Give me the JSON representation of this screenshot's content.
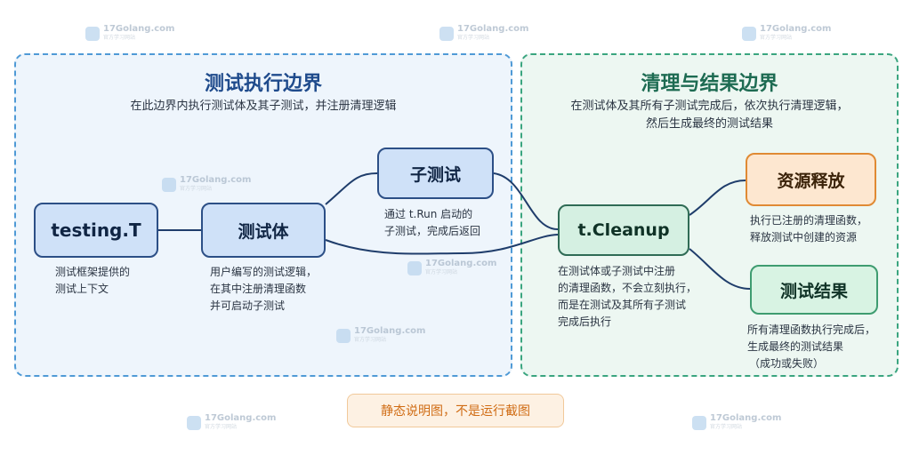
{
  "left_panel": {
    "title": "测试执行边界",
    "subtitle": "在此边界内执行测试体及其子测试，并注册清理逻辑"
  },
  "right_panel": {
    "title": "清理与结果边界",
    "subtitle_line1": "在测试体及其所有子测试完成后，依次执行清理逻辑，",
    "subtitle_line2": "然后生成最终的测试结果"
  },
  "nodes": {
    "testing_t": {
      "label": "testing.T",
      "desc": [
        "测试框架提供的",
        "测试上下文"
      ]
    },
    "test_body": {
      "label": "测试体",
      "desc": [
        "用户编写的测试逻辑，",
        "在其中注册清理函数",
        "并可启动子测试"
      ]
    },
    "subtest": {
      "label": "子测试",
      "desc": [
        "通过 t.Run 启动的",
        "子测试，完成后返回"
      ]
    },
    "cleanup": {
      "label": "t.Cleanup",
      "desc": [
        "在测试体或子测试中注册",
        "的清理函数，不会立刻执行，",
        "而是在测试及其所有子测试",
        "完成后执行"
      ]
    },
    "release": {
      "label": "资源释放",
      "desc": [
        "执行已注册的清理函数，",
        "释放测试中创建的资源"
      ]
    },
    "result": {
      "label": "测试结果",
      "desc": [
        "所有清理函数执行完成后，",
        "生成最终的测试结果",
        "（成功或失败）"
      ]
    }
  },
  "note": "静态说明图，不是运行截图",
  "watermark": {
    "main": "17Golang.com",
    "sub": "官方学习网站"
  },
  "colors": {
    "link": "#1f3d6b",
    "left_border": "#4f9ad6",
    "right_border": "#3aa57f",
    "note_text": "#d06c14"
  }
}
